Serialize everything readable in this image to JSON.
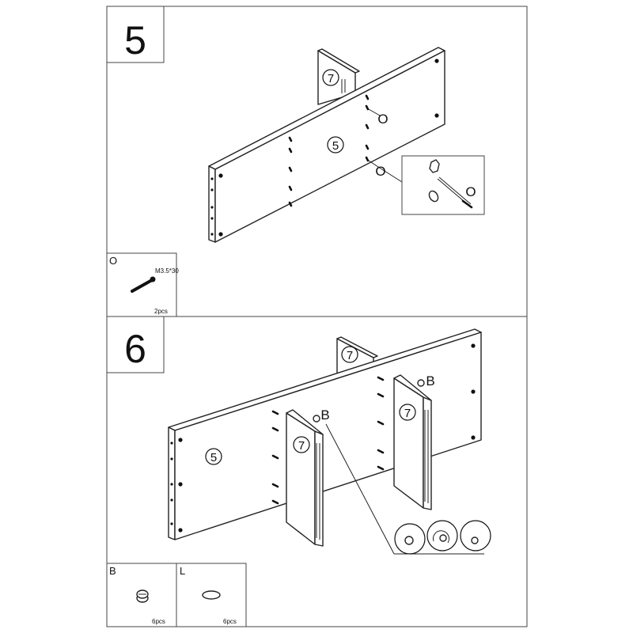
{
  "step5": {
    "number": "5",
    "panel_label": "5",
    "side_label": "7",
    "callout_o1": "O",
    "callout_o2": "O",
    "detail_o": "O",
    "part": {
      "letter": "O",
      "size": "M3.5*30",
      "qty": "2pcs"
    }
  },
  "step6": {
    "number": "6",
    "panel_label": "5",
    "back_label": "7",
    "side_left_label": "7",
    "side_right_label": "7",
    "cam_left": "B",
    "cam_right": "B",
    "parts": [
      {
        "letter": "B",
        "qty": "6pcs"
      },
      {
        "letter": "L",
        "qty": "6pcs"
      }
    ]
  }
}
